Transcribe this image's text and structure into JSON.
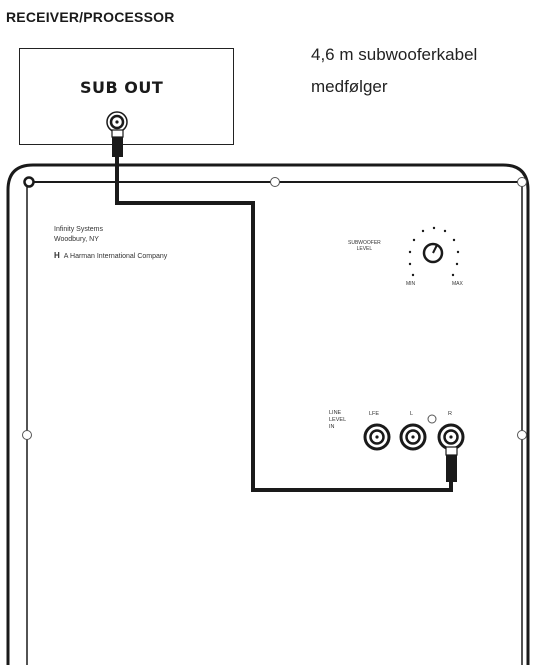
{
  "header": {
    "title": "RECEIVER/PROCESSOR"
  },
  "receiver": {
    "output_label": "SUB OUT"
  },
  "note": {
    "line1": "4,6 m subwooferkabel",
    "line2": "medfølger"
  },
  "panel": {
    "maker_line1": "Infinity Systems",
    "maker_line2": "Woodbury, NY",
    "maker_logo": "H",
    "maker_line3": "A Harman International Company",
    "level_knob_label_1": "SUBWOOFER",
    "level_knob_label_2": "LEVEL",
    "level_min": "MIN",
    "level_max": "MAX",
    "input_label_1": "LINE",
    "input_label_2": "LEVEL",
    "input_label_3": "IN",
    "jack_lfe": "LFE",
    "jack_l": "L",
    "jack_r": "R"
  }
}
